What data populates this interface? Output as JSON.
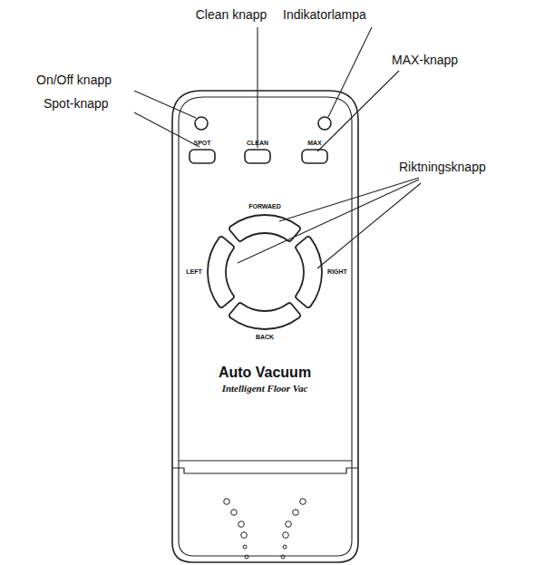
{
  "diagram": {
    "labels": [
      "On/Off knapp",
      "Clean knapp",
      "Indikatorlampa",
      "Spot-knapp",
      "MAX-knapp",
      "Riktningsknapp",
      "SPOT",
      "CLEAN",
      "MAX",
      "FORWAED",
      "LEFT",
      "RIGHT",
      "BACK",
      "Auto Vacuum",
      "Intelligent Floor Vac"
    ]
  }
}
